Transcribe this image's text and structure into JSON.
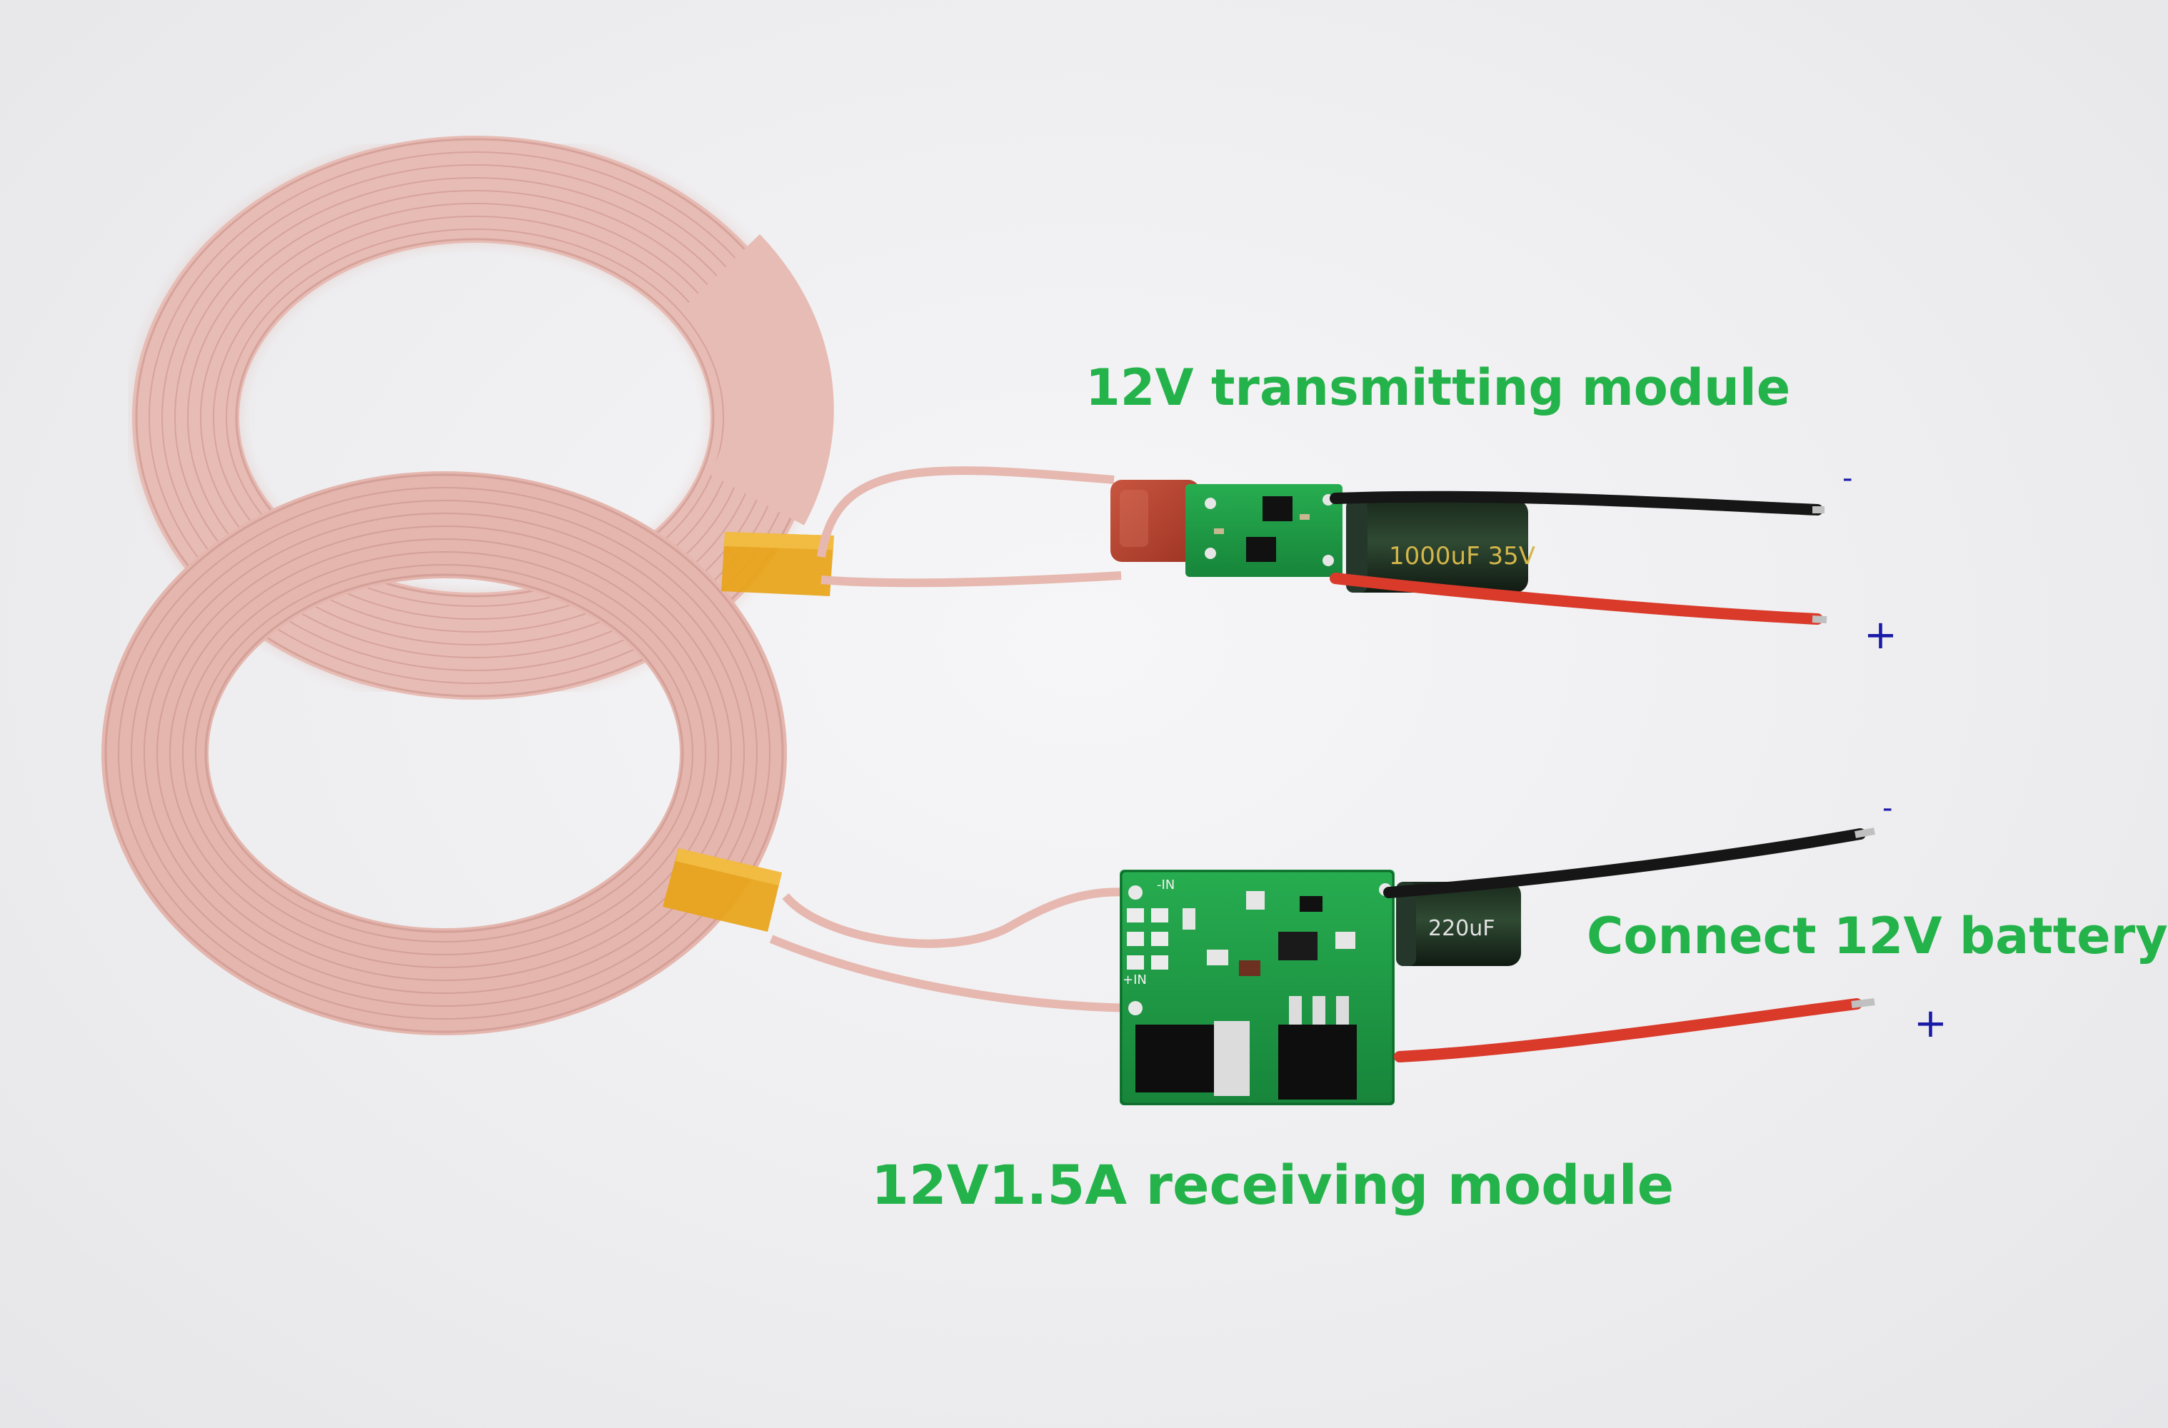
{
  "labels": {
    "transmitter": "12V transmitting module",
    "receiver": "12V1.5A receiving module",
    "battery": "Connect 12V battery"
  },
  "polarity": {
    "tx_negative": "-",
    "tx_positive": "+",
    "rx_negative": "-",
    "rx_positive": "+"
  },
  "components": {
    "tx_capacitor_marking": "1000uF 35V",
    "rx_capacitor_marking": "220uF",
    "rx_board_in_minus": "-IN",
    "rx_board_in_plus": "+IN"
  },
  "colors": {
    "label_green": "#24b34a",
    "polarity_blue": "#1a1aa8",
    "coil_pink": "#e6b8b0",
    "pcb_green": "#1e9a45",
    "kapton_tape": "#e8a418"
  }
}
